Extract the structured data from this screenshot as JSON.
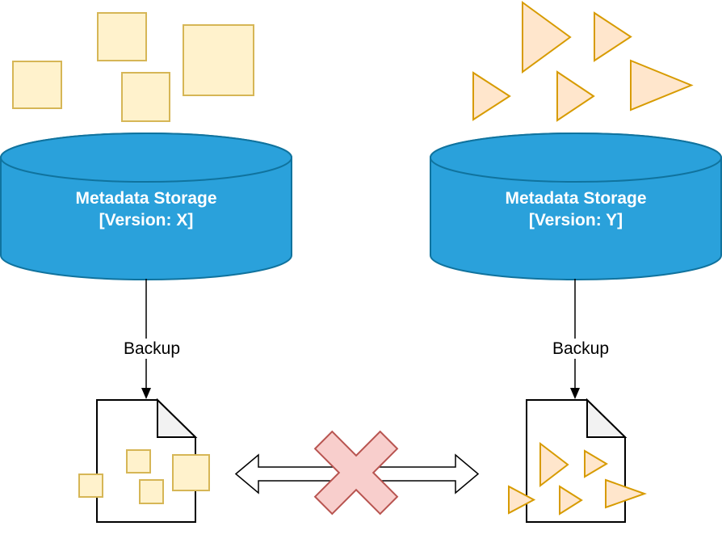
{
  "left_store": {
    "title_line1": "Metadata Storage",
    "title_line2": "[Version: X]",
    "backup_label": "Backup"
  },
  "right_store": {
    "title_line1": "Metadata Storage",
    "title_line2": "[Version: Y]",
    "backup_label": "Backup"
  },
  "colors": {
    "canvas_bg": "#FFFFFF",
    "cylinder_fill": "#2AA1DB",
    "cylinder_stroke": "#10739E",
    "cylinder_text": "#FFFFFF",
    "square_fill": "#FFF2CC",
    "square_stroke": "#D6B656",
    "triangle_fill": "#FFE6CC",
    "triangle_stroke": "#D79B00",
    "file_fill": "#FFFFFF",
    "file_stroke": "#000000",
    "fold_fill": "#F2F2F2",
    "arrow_stroke": "#000000",
    "arrow_fill": "#FFFFFF",
    "x_fill": "#F8CECC",
    "x_stroke": "#B85450",
    "label_text": "#000000"
  }
}
